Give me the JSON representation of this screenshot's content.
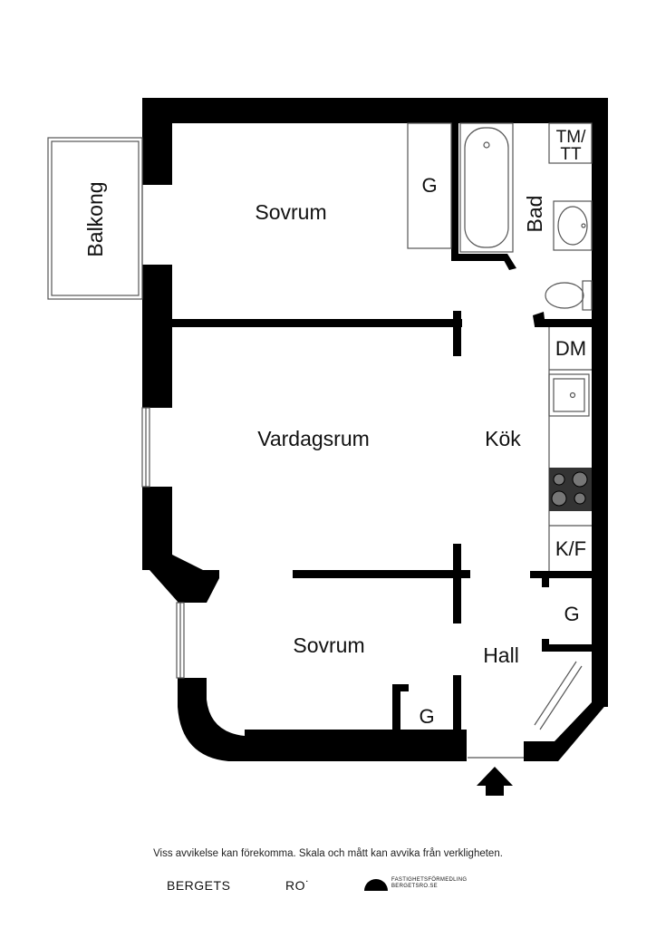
{
  "rooms": {
    "bedroom_top": "Sovrum",
    "balcony": "Balkong",
    "bathroom": "Bad",
    "living_room": "Vardagsrum",
    "kitchen": "Kök",
    "bedroom_bottom": "Sovrum",
    "hall": "Hall"
  },
  "fixtures": {
    "wardrobe_top": "G",
    "washer_dryer_line1": "TM/",
    "washer_dryer_line2": "TT",
    "dishwasher": "DM",
    "fridge_freezer": "K/F",
    "wardrobe_hall": "G",
    "wardrobe_bedroom": "G"
  },
  "footer": {
    "disclaimer": "Viss avvikelse kan förekomma. Skala och mått kan avvika från verkligheten.",
    "brand_left": "BERGETS",
    "brand_mid": "RO˙",
    "logo_line1": "FASTIGHETSFÖRMEDLING",
    "logo_line2": "BERGETSRO.SE"
  },
  "colors": {
    "wall": "#000000",
    "fixture_stroke": "#555555",
    "stove": "#333333"
  },
  "icons": {
    "entrance": "arrow-up-icon"
  }
}
